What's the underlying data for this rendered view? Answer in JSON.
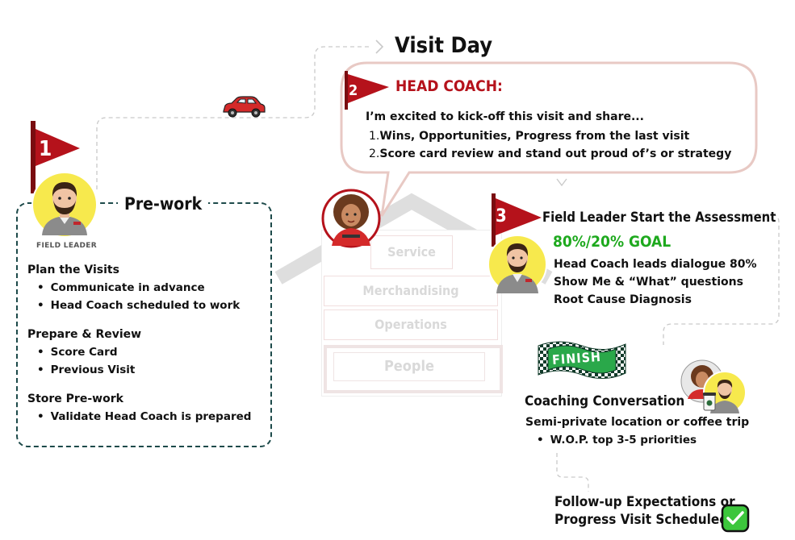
{
  "visit_day": {
    "title": "Visit Day"
  },
  "step1": {
    "number": "1",
    "role_label": "FIELD LEADER",
    "title": "Pre-work",
    "sections": [
      {
        "heading": "Plan the Visits",
        "items": [
          "Communicate in advance",
          "Head Coach scheduled to work"
        ]
      },
      {
        "heading": "Prepare & Review",
        "items": [
          "Score Card",
          "Previous Visit"
        ]
      },
      {
        "heading": "Store Pre-work",
        "items": [
          "Validate Head Coach is prepared"
        ]
      }
    ]
  },
  "step2": {
    "number": "2",
    "title": "HEAD COACH:",
    "intro": "I’m excited to kick-off this visit and share...",
    "items": [
      {
        "num": "1.",
        "text": "Wins, Opportunities, Progress from the last visit"
      },
      {
        "num": "2.",
        "text": "Score card review and stand out proud of’s or strategy"
      }
    ]
  },
  "step3": {
    "number": "3",
    "title": "Field Leader Start the Assessment",
    "goal": "80%/20% GOAL",
    "lines": [
      "Head Coach leads dialogue 80%",
      "Show Me & “What” questions",
      "Root Cause Diagnosis"
    ]
  },
  "house": {
    "levels": [
      "Service",
      "Merchandising",
      "Operations",
      "People"
    ]
  },
  "finish": {
    "flag_text": "FINISH",
    "title": "Coaching Conversation",
    "subtitle": "Semi-private location or coffee trip",
    "items": [
      "W.O.P. top 3-5 priorities"
    ]
  },
  "followup": {
    "line1": "Follow-up Expectations or",
    "line2": "Progress Visit Scheduled"
  },
  "colors": {
    "flag_red": "#b5121b",
    "avatar_yellow": "#f7e94d",
    "goal_green": "#1ea91e",
    "dash_teal": "#1d4a4a",
    "bubble_pink": "#e8c9c4",
    "check_green": "#3cc63c"
  }
}
